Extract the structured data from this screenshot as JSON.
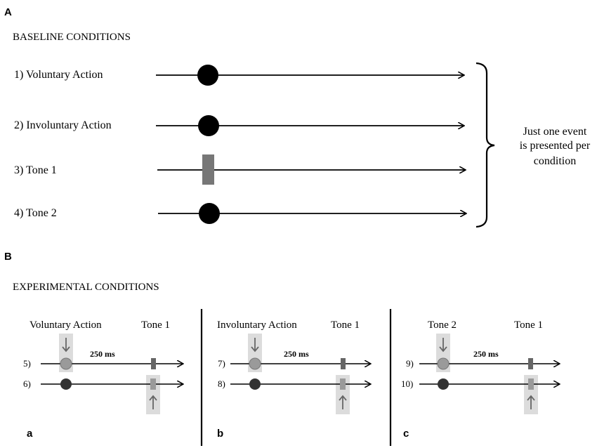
{
  "panel_a": {
    "letter": "A",
    "heading": "BASELINE CONDITIONS",
    "conditions": [
      {
        "label": "1) Voluntary Action",
        "event": "circle"
      },
      {
        "label": "2) Involuntary Action",
        "event": "circle"
      },
      {
        "label": "3) Tone 1",
        "event": "rectangle"
      },
      {
        "label": "4) Tone 2",
        "event": "circle"
      }
    ],
    "note_lines": [
      "Just one event",
      "is presented per",
      "condition"
    ]
  },
  "panel_b": {
    "letter": "B",
    "heading": "EXPERIMENTAL CONDITIONS",
    "subpanels": [
      {
        "letter": "a",
        "event_label": "Voluntary Action",
        "tone_label": "Tone 1",
        "interval": "250 ms",
        "rows": [
          "5)",
          "6)"
        ]
      },
      {
        "letter": "b",
        "event_label": "Involuntary Action",
        "tone_label": "Tone 1",
        "interval": "250 ms",
        "rows": [
          "7)",
          "8)"
        ]
      },
      {
        "letter": "c",
        "event_label": "Tone 2",
        "tone_label": "Tone 1",
        "interval": "250 ms",
        "rows": [
          "9)",
          "10)"
        ]
      }
    ]
  },
  "colors": {
    "black_event": "#000000",
    "gray_tone": "#777777",
    "light_event": "#9a9a9a",
    "highlight_box": "#dcdcdc",
    "dark_event": "#333333"
  }
}
